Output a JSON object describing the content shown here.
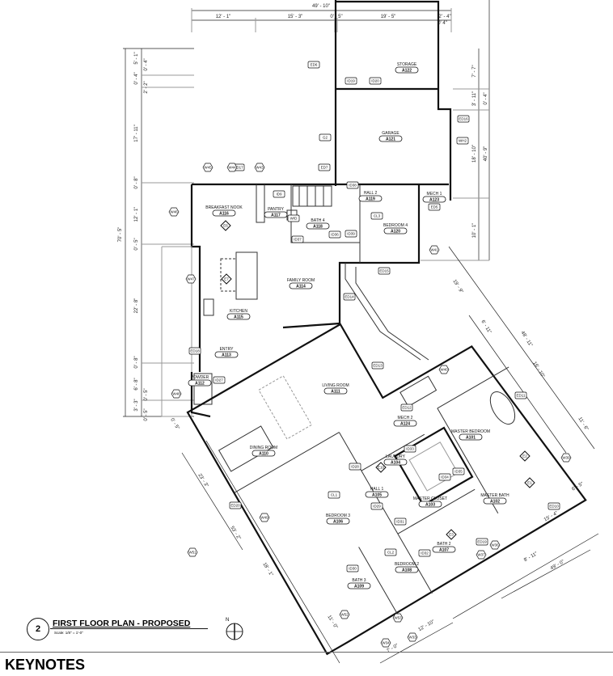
{
  "drawing": {
    "number": "2",
    "title": "FIRST FLOOR PLAN - PROPOSED",
    "scale": "Scale:  1/8\" = 1'-0\"",
    "north_label": "N"
  },
  "keynotes_heading": "KEYNOTES",
  "rooms": [
    {
      "name": "STORAGE",
      "code": "A122"
    },
    {
      "name": "GARAGE",
      "code": "A121"
    },
    {
      "name": "MECH 1",
      "code": "A123"
    },
    {
      "name": "HALL 2",
      "code": "A119"
    },
    {
      "name": "BATH 4",
      "code": "A118"
    },
    {
      "name": "PANTRY",
      "code": "A117"
    },
    {
      "name": "BREAKFAST NOOK",
      "code": "A116"
    },
    {
      "name": "BEDROOM 4",
      "code": "A120"
    },
    {
      "name": "FAMILY ROOM",
      "code": "A114"
    },
    {
      "name": "KITCHEN",
      "code": "A115"
    },
    {
      "name": "ENTRY",
      "code": "A113"
    },
    {
      "name": "POWDER",
      "code": "A112"
    },
    {
      "name": "LIVING ROOM",
      "code": "A111"
    },
    {
      "name": "DINING ROOM",
      "code": "A110"
    },
    {
      "name": "MECH 2",
      "code": "A124"
    },
    {
      "name": "MASTER BEDROOM",
      "code": "A101"
    },
    {
      "name": "LAUNDRY",
      "code": "A104"
    },
    {
      "name": "HALL 1",
      "code": "A105"
    },
    {
      "name": "BEDROOM 3",
      "code": "A106"
    },
    {
      "name": "MASTER CLOSET",
      "code": "A103"
    },
    {
      "name": "MASTER BATH",
      "code": "A102"
    },
    {
      "name": "BATH 2",
      "code": "A107"
    },
    {
      "name": "BEDROOM 2",
      "code": "A108"
    },
    {
      "name": "BATH 3",
      "code": "A109"
    }
  ],
  "tags": [
    "ED6",
    "ID19",
    "ID20",
    "ED16",
    "WH2",
    "G2",
    "ED7",
    "ID38",
    "ED17",
    "W45",
    "W46",
    "W44",
    "W43",
    "ID9",
    "W/D",
    "ID37",
    "ID36",
    "ID39",
    "CL3",
    "ED5",
    "W41",
    "ED15",
    "ED14",
    "W47",
    "E6",
    "E7",
    "ED18",
    "ID27",
    "W48",
    "ED13",
    "W40",
    "ED11",
    "ED12",
    "ID33",
    "ID28",
    "E10",
    "CL1",
    "ID34",
    "ID35",
    "E2",
    "W39",
    "E1",
    "ED10",
    "ID29",
    "ID31",
    "E3",
    "ID32",
    "W37",
    "W36",
    "CL2",
    "ED20",
    "W49",
    "W51",
    "ID30",
    "W52",
    "W53",
    "W34",
    "W33",
    "ED19"
  ],
  "dimensions": {
    "top": [
      "49' - 10\"",
      "12' - 1\"",
      "15' - 3\"",
      "0' - 5\"",
      "19' - 5\"",
      "2' - 4\"",
      "0' 4\""
    ],
    "left": [
      "70' - 5\"",
      "5' - 1\"",
      "0' - 4\"",
      "0' - 4\"",
      "2' - 2\"",
      "17' - 11\"",
      "0' - 8\"",
      "12' - 1\"",
      "0' - 5\"",
      "22' - 8\"",
      "0' - 8\"",
      "6' - 8\"",
      "0' - 5\"",
      "3' - 3\"",
      "0' - 5\""
    ],
    "right": [
      "7' - 7\"",
      "3' - 11\"",
      "0' - 4\"",
      "40' - 9\"",
      "18' - 10\"",
      "10' - 1\""
    ],
    "diagonal": [
      "19' - 9\"",
      "6' - 11\"",
      "48' - 11\"",
      "16' - 10\"",
      "11' - 6\"",
      "6' - 5\"",
      "15' - 4\"",
      "8' - 11\"",
      "49' - 0\"",
      "12' - 10\"",
      "7' - 0\"",
      "11' - 0\"",
      "18' - 1\"",
      "53' - 2\"",
      "23' - 3\"",
      "0' - 5\""
    ]
  }
}
